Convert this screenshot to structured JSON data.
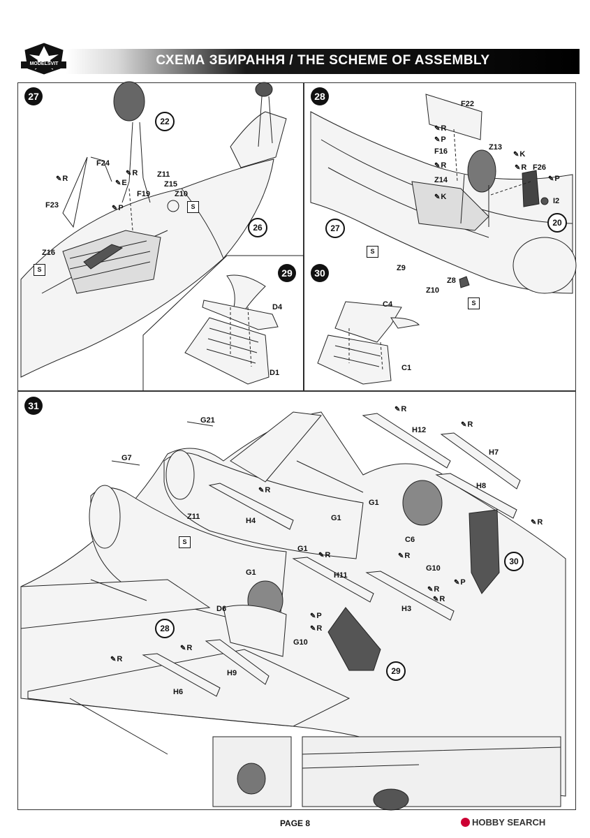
{
  "header": {
    "title": "СХЕМА ЗБИРАННЯ / THE SCHEME OF ASSEMBLY",
    "logo_text": "MODELSVIT"
  },
  "steps": {
    "s27": {
      "number": "27",
      "ref_steps": [
        "22",
        "26"
      ],
      "parts": [
        "F24",
        "F23",
        "F19",
        "Z11",
        "Z15",
        "Z10",
        "Z16"
      ],
      "paints": [
        {
          "code": "R"
        },
        {
          "code": "R"
        },
        {
          "code": "E"
        },
        {
          "code": "P"
        }
      ]
    },
    "s28": {
      "number": "28",
      "ref_steps": [
        "27",
        "20"
      ],
      "parts": [
        "F22",
        "F16",
        "Z13",
        "F26",
        "Z14",
        "I2",
        "Z9",
        "Z8",
        "Z10"
      ],
      "paints": [
        {
          "code": "R"
        },
        {
          "code": "P"
        },
        {
          "code": "R"
        },
        {
          "code": "K"
        },
        {
          "code": "R"
        },
        {
          "code": "P"
        },
        {
          "code": "K"
        }
      ]
    },
    "s29": {
      "number": "29",
      "parts": [
        "D4",
        "D1"
      ]
    },
    "s30": {
      "number": "30",
      "parts": [
        "C4",
        "C1"
      ]
    },
    "s31": {
      "number": "31",
      "ref_steps": [
        "30",
        "28",
        "29"
      ],
      "parts": [
        "G21",
        "G7",
        "H12",
        "H7",
        "H8",
        "H4",
        "Z11",
        "G1",
        "G1",
        "G1",
        "G1",
        "C6",
        "G10",
        "H11",
        "H3",
        "D6",
        "G10",
        "H9",
        "H6"
      ],
      "paints": [
        {
          "code": "R"
        },
        {
          "code": "R"
        },
        {
          "code": "R"
        },
        {
          "code": "R"
        },
        {
          "code": "R"
        },
        {
          "code": "R"
        },
        {
          "code": "R"
        },
        {
          "code": "P"
        },
        {
          "code": "R"
        },
        {
          "code": "P"
        },
        {
          "code": "R"
        },
        {
          "code": "R"
        },
        {
          "code": "R"
        }
      ]
    }
  },
  "glue_symbol": "S",
  "footer": {
    "page": "PAGE 8"
  },
  "watermark": {
    "text": "HOBBY SEARCH"
  },
  "colors": {
    "header_bg": "#000000",
    "header_text": "#ffffff",
    "badge_bg": "#111111"
  }
}
